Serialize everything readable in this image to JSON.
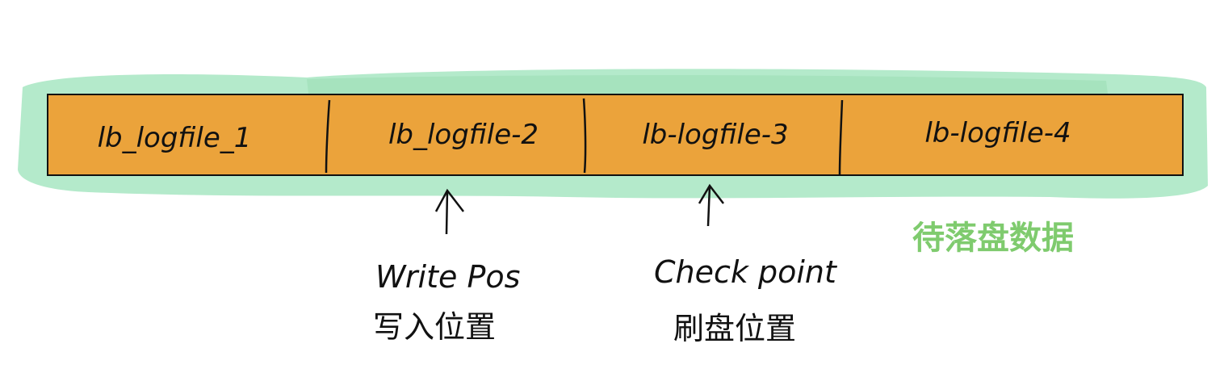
{
  "diagram": {
    "segments": [
      {
        "label": "lb_logfile_1"
      },
      {
        "label": "lb_logfile-2"
      },
      {
        "label": "lb-logfile-3"
      },
      {
        "label": "lb-logfile-4"
      }
    ],
    "write_pos": {
      "label_en": "Write Pos",
      "label_cn": "写入位置"
    },
    "checkpoint": {
      "label_en": "Check point",
      "label_cn": "刷盘位置"
    },
    "pending_label": "待落盘数据",
    "colors": {
      "segment_fill": "#EBA33B",
      "highlight": "#B4EACB",
      "pending_text": "#7FCB6E",
      "ink": "#111111"
    }
  }
}
